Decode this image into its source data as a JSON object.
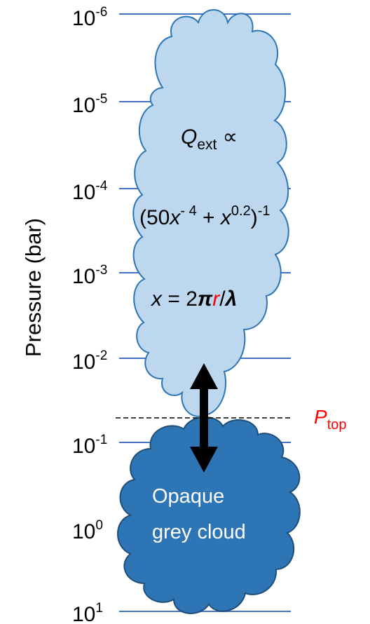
{
  "y_axis": {
    "label": "Pressure (bar)",
    "ticks": [
      {
        "base": "10",
        "exp": "-6"
      },
      {
        "base": "10",
        "exp": "-5"
      },
      {
        "base": "10",
        "exp": "-4"
      },
      {
        "base": "10",
        "exp": "-3"
      },
      {
        "base": "10",
        "exp": "-2"
      },
      {
        "base": "10",
        "exp": "-1"
      },
      {
        "base": "10",
        "exp": "0"
      },
      {
        "base": "10",
        "exp": "1"
      }
    ]
  },
  "upper_cloud": {
    "line1": {
      "q": "Q",
      "sub": "ext",
      "rel": " ∝"
    },
    "line2": {
      "open": "(50",
      "x1": "x",
      "exp1": "- 4",
      "plus": " + ",
      "x2": "x",
      "exp2": "0.2",
      "close": ")",
      "exp3": "-1"
    },
    "line3": {
      "x": "x",
      "eq": " = 2",
      "pi": "π",
      "r": "r",
      "slash": "/",
      "lambda": "λ"
    },
    "fill": "#bdd7ee",
    "stroke": "#2e75b6"
  },
  "lower_cloud": {
    "line1": "Opaque",
    "line2": "grey cloud",
    "fill": "#2e75b6",
    "stroke": "#1f4e79"
  },
  "ptop_label": {
    "p": "P",
    "sub": "top"
  },
  "colors": {
    "gridline": "#4472c4",
    "r_highlight": "#ff0000",
    "arrow": "#000000"
  }
}
